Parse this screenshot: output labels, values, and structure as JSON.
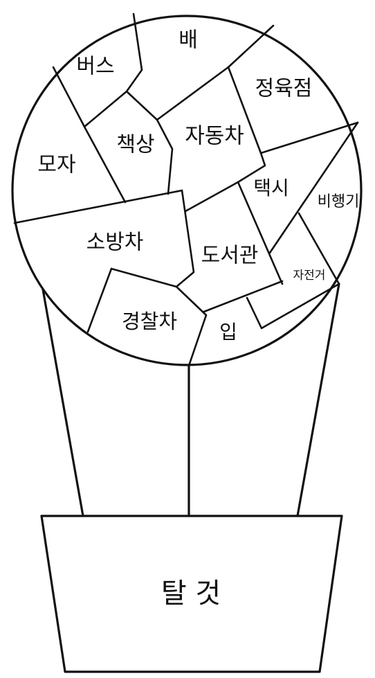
{
  "pot": {
    "label": "탈 것"
  },
  "balloon": {
    "words": [
      "배",
      "버스",
      "정육점",
      "책상",
      "자동차",
      "모자",
      "택시",
      "비행기",
      "소방차",
      "도서관",
      "자전거",
      "경찰차",
      "입"
    ]
  },
  "colors": {
    "line": "#111111",
    "background": "#ffffff"
  }
}
